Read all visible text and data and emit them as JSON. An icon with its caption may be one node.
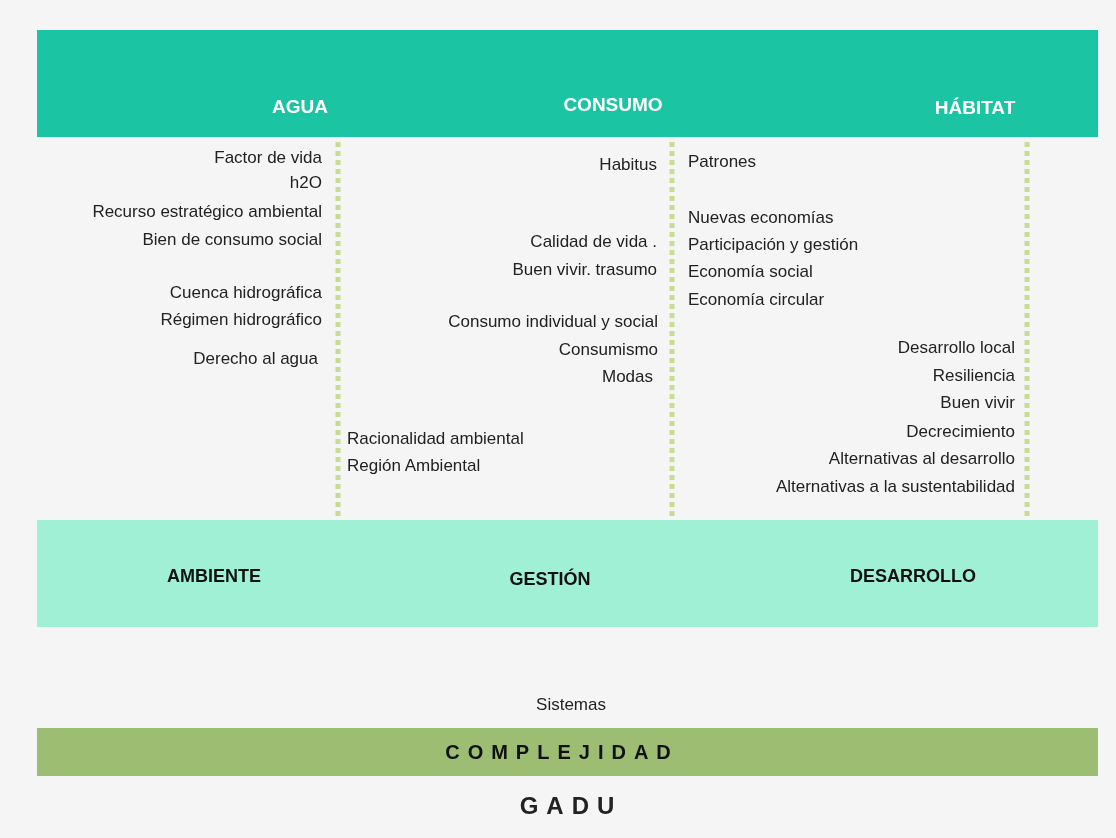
{
  "diagram": {
    "nodes": [
      {
        "text": [
          "AGUA",
          "CONSUMO",
          "HÁBITAT"
        ]
      },
      {
        "text": [
          "AMBIENTE",
          "GESTIÓN",
          "DESARROLLO"
        ]
      },
      {
        "text": [
          "COMPLEJIDAD"
        ]
      }
    ],
    "labels": [
      "Factor de vida",
      "h2O",
      "Recurso estratégico ambiental",
      "Bien de consumo social",
      "Cuenca hidrográfica",
      "Régimen hidrográfico",
      "Derecho al agua",
      "Habitus",
      "Calidad de vida .",
      "Buen vivir. trasumo",
      "Consumo individual y social",
      "Consumismo",
      "Modas",
      "Racionalidad ambiental",
      "Región Ambiental",
      "Patrones",
      "Nuevas economías",
      "Participación y gestión",
      "Economía social",
      "Economía circular",
      "Desarrollo local",
      "Resiliencia",
      "Buen vivir",
      "Decrecimiento",
      "Alternativas al desarrollo",
      "Alternativas a la sustentabilidad",
      "Sistemas",
      "GADU"
    ]
  }
}
